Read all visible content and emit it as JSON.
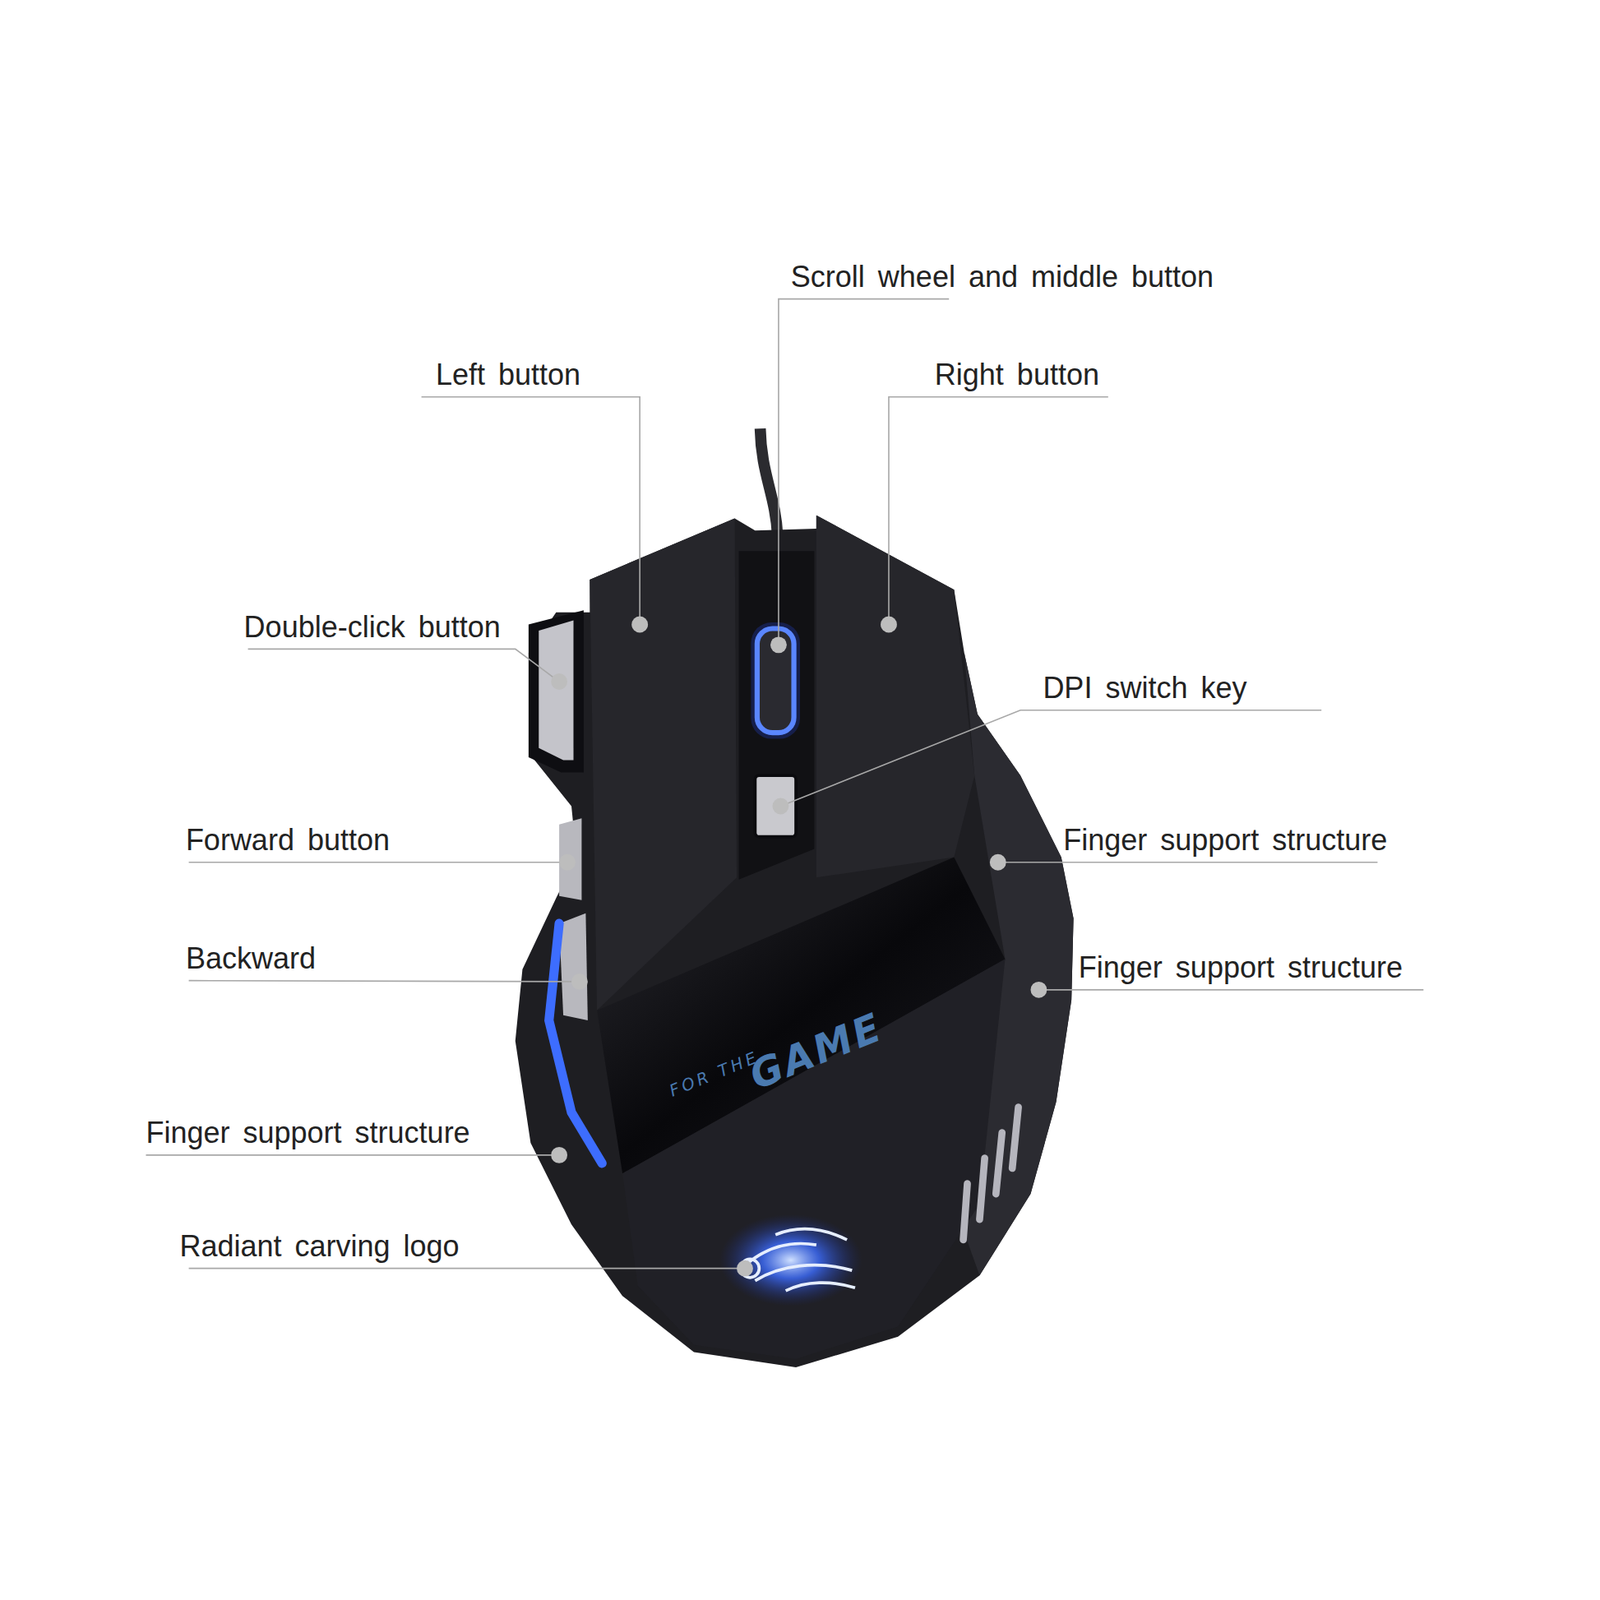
{
  "diagram": {
    "labels": [
      "Scroll wheel and middle button",
      "Left button",
      "Right button",
      "Double-click button",
      "DPI switch key",
      "Forward button",
      "Finger support structure",
      "Backward",
      "Finger support structure",
      "FOR THE",
      "GAME",
      "Finger support structure",
      "Radiant carving logo"
    ]
  }
}
